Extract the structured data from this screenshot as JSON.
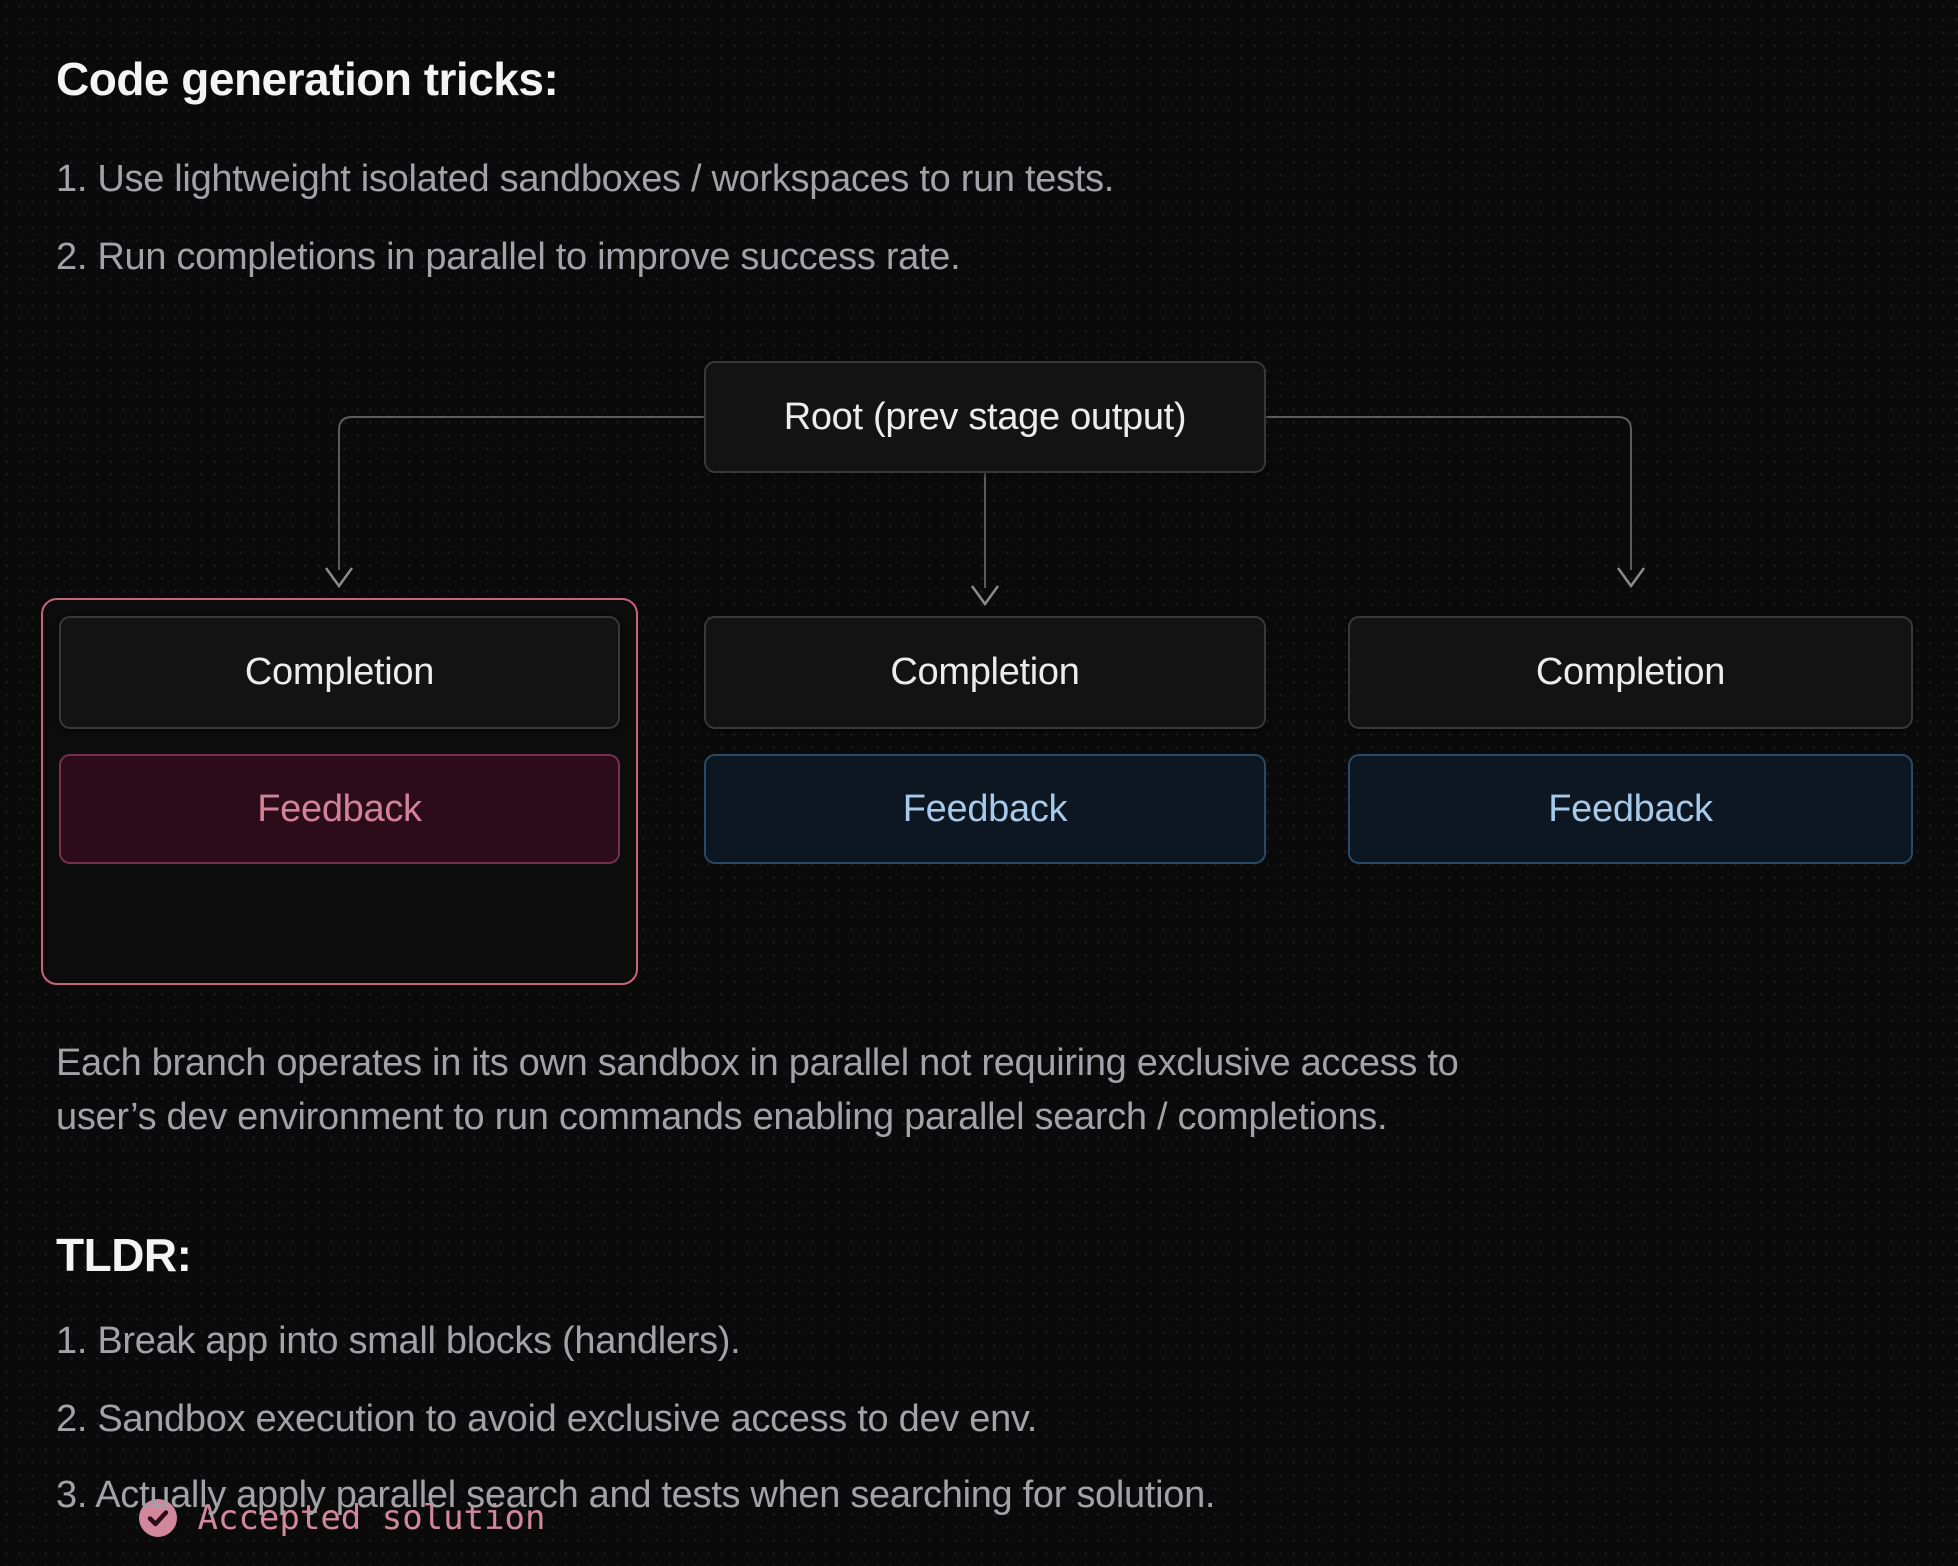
{
  "page": {
    "title": "Code generation tricks:",
    "intro_items": [
      "1. Use lightweight isolated sandboxes / workspaces to run tests.",
      "2. Run completions in parallel to improve success rate."
    ],
    "paragraph_lines": [
      "Each branch operates in its own sandbox in parallel not requiring exclusive access to",
      "user’s dev environment to run commands enabling parallel search / completions."
    ],
    "tldr_title": "TLDR:",
    "tldr_items": [
      "1. Break app into small blocks (handlers).",
      "2. Sandbox execution to avoid exclusive access to dev env.",
      "3. Actually apply parallel search and tests when searching for solution."
    ]
  },
  "diagram": {
    "root_label": "Root (prev stage output)",
    "branches": [
      {
        "completion_label": "Completion",
        "feedback_label": "Feedback",
        "accepted_label": "Accepted solution",
        "state": "accepted"
      },
      {
        "completion_label": "Completion",
        "feedback_label": "Feedback",
        "state": "pending"
      },
      {
        "completion_label": "Completion",
        "feedback_label": "Feedback",
        "state": "pending"
      }
    ],
    "colors": {
      "accent_pink": "#c9647f",
      "pink_text": "#d2839a",
      "pink_fill": "#2d0c1a",
      "blue_text": "#a7c9ea",
      "blue_fill": "#0d1722",
      "node_border": "#39393c",
      "connector": "#5c5c5c",
      "muted_text": "#a2a2a7",
      "heading_text": "#f4f4f5"
    }
  }
}
